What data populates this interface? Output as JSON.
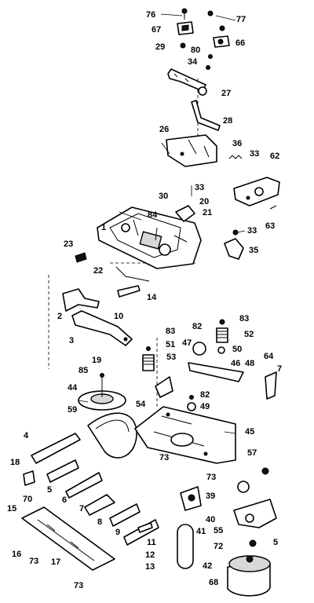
{
  "callouts": {
    "c76": "76",
    "c77": "77",
    "c67": "67",
    "c29": "29",
    "c80": "80",
    "c66": "66",
    "c34": "34",
    "c27": "27",
    "c28": "28",
    "c26": "26",
    "c36": "36",
    "c33a": "33",
    "c62": "62",
    "c30": "30",
    "c33b": "33",
    "c20": "20",
    "c84": "84",
    "c21": "21",
    "c1": "1",
    "c33c": "33",
    "c63": "63",
    "c23": "23",
    "c35": "35",
    "c22": "22",
    "c14": "14",
    "c2": "2",
    "c10": "10",
    "c83a": "83",
    "c82a": "82",
    "c83b": "83",
    "c52": "52",
    "c3": "3",
    "c51": "51",
    "c47": "47",
    "c50": "50",
    "c19": "19",
    "c53": "53",
    "c46": "46",
    "c48": "48",
    "c64": "64",
    "c7a": "7",
    "c85": "85",
    "c44": "44",
    "c82b": "82",
    "c59": "59",
    "c54": "54",
    "c49": "49",
    "c4": "4",
    "c45": "45",
    "c73a": "73",
    "c57": "57",
    "c18": "18",
    "c73b": "73",
    "c5a": "5",
    "c39": "39",
    "c70": "70",
    "c6": "6",
    "c7b": "7",
    "c15": "15",
    "c40": "40",
    "c55": "55",
    "c8": "8",
    "c9": "9",
    "c41": "41",
    "c11": "11",
    "c72": "72",
    "c5b": "5",
    "c16": "16",
    "c73c": "73",
    "c17": "17",
    "c12": "12",
    "c13": "13",
    "c42": "42",
    "c73d": "73",
    "c68": "68"
  }
}
